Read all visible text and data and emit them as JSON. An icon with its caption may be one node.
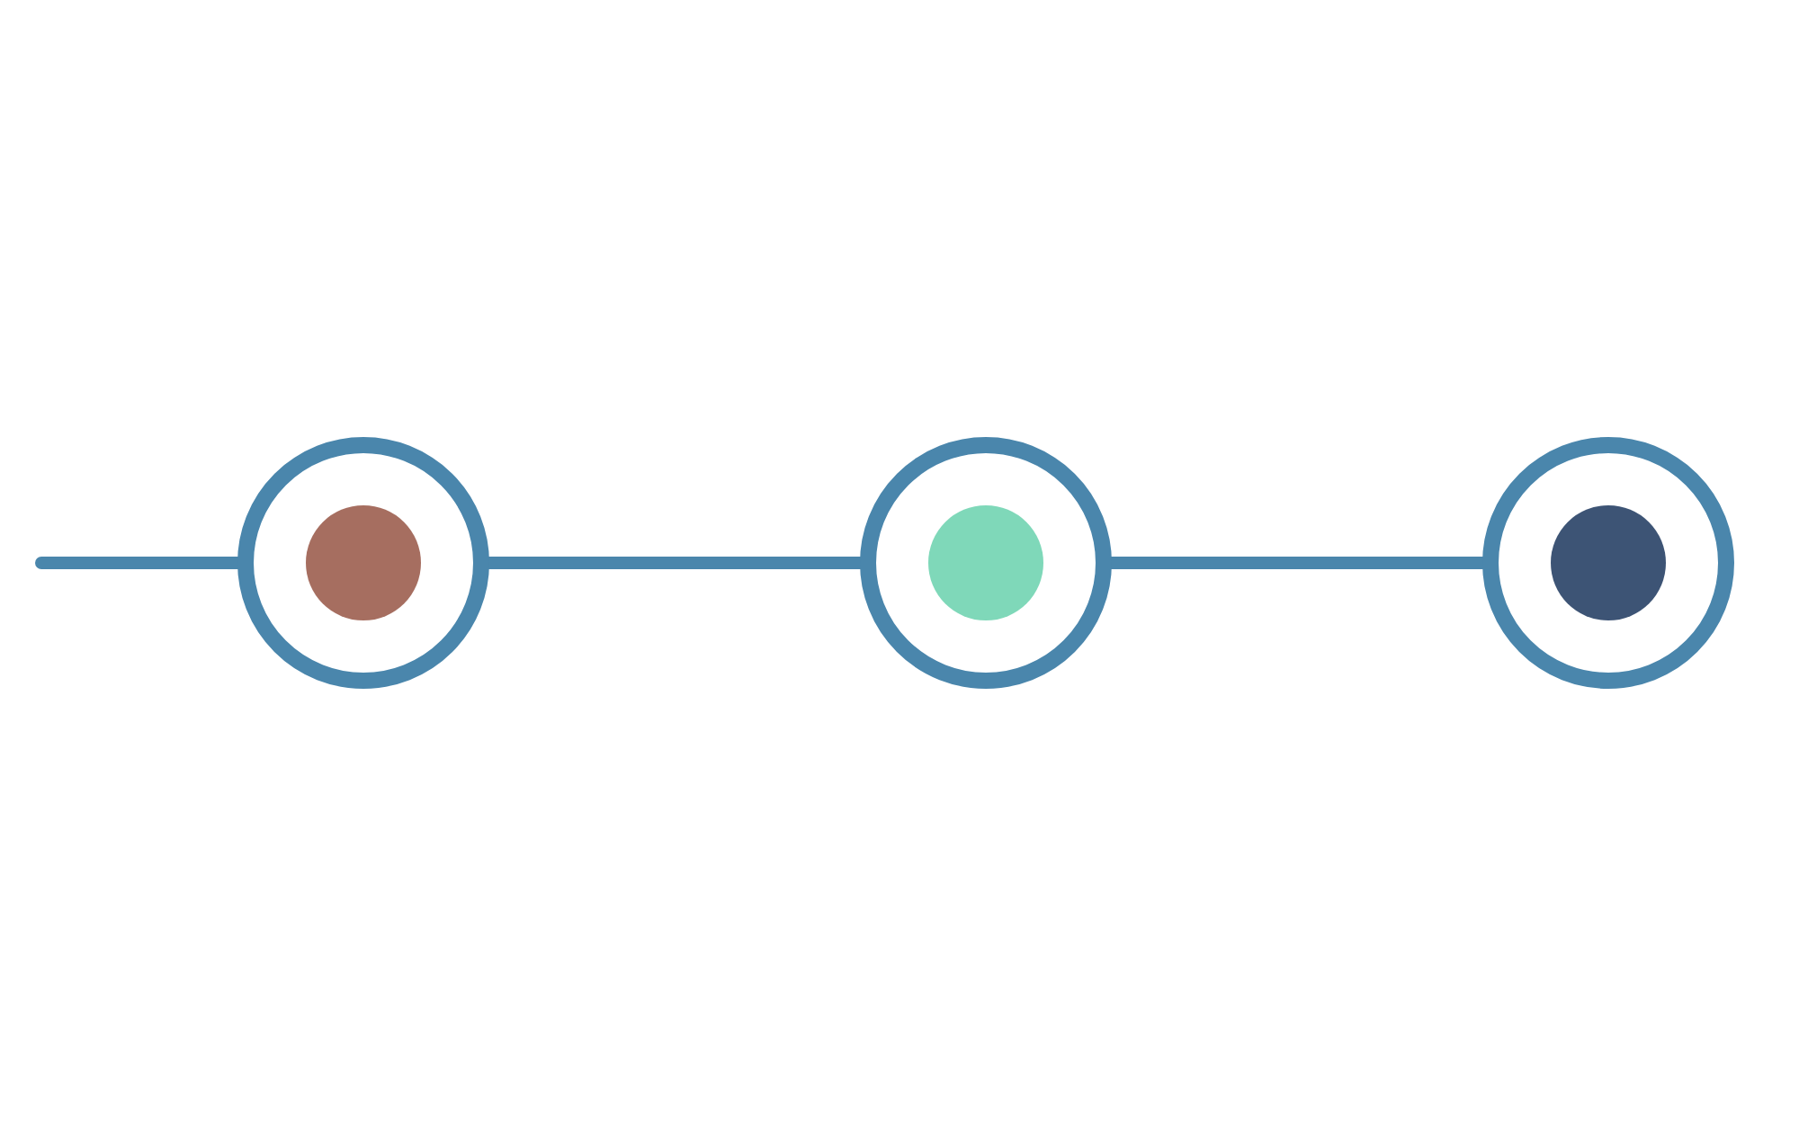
{
  "diagram": {
    "nodes": [
      {
        "text": [],
        "shape": "circle"
      },
      {
        "text": [],
        "shape": "circle",
        "in": 0
      },
      {
        "text": [],
        "shape": "circle"
      },
      {
        "text": [],
        "shape": "circle",
        "in": 2
      },
      {
        "text": [],
        "shape": "circle"
      },
      {
        "text": [],
        "shape": "circle",
        "in": 4
      }
    ],
    "edges": [
      {
        "from": null,
        "to": 0,
        "arrow": "none"
      },
      {
        "from": 0,
        "to": 2,
        "arrow": "none"
      },
      {
        "from": 2,
        "to": 4,
        "arrow": "none"
      }
    ]
  }
}
